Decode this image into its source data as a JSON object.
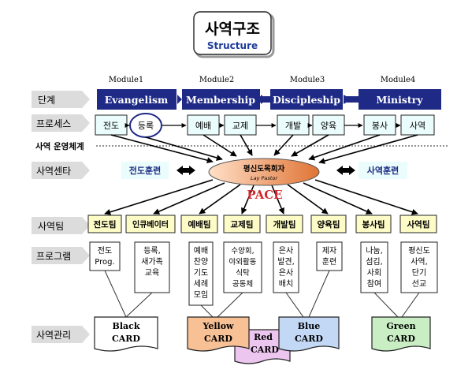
{
  "title": {
    "main": "사역구조",
    "sub": "Structure"
  },
  "row_labels": {
    "stage": "단계",
    "process": "프로세스",
    "operation": "사역 운영체계",
    "center": "사역센타",
    "team": "사역팀",
    "program": "프로그램",
    "management": "사역관리"
  },
  "modules": [
    {
      "tag": "Module1",
      "name": "Evangelism"
    },
    {
      "tag": "Module2",
      "name": "Membership"
    },
    {
      "tag": "Module3",
      "name": "Discipleship"
    },
    {
      "tag": "Module4",
      "name": "Ministry"
    }
  ],
  "processes": [
    "전도",
    "등록",
    "예배",
    "교제",
    "개발",
    "양육",
    "봉사",
    "사역"
  ],
  "center": {
    "title": "평신도목회자",
    "subtitle": "Lay Pastor",
    "left": "전도훈련",
    "right": "사역훈련",
    "pace": "PACE"
  },
  "teams": [
    "전도팀",
    "인큐베이터",
    "예배팀",
    "교제팀",
    "개발팀",
    "양육팀",
    "봉사팀",
    "사역팀"
  ],
  "programs": [
    [
      "전도",
      "Prog."
    ],
    [
      "등록,",
      "새가족",
      "교육"
    ],
    [
      "예배",
      "찬양",
      "기도",
      "세례",
      "모임"
    ],
    [
      "수양회,",
      "야외활동",
      "식탁",
      "공동체"
    ],
    [
      "은사",
      "발견,",
      "은사",
      "배치"
    ],
    [
      "제자",
      "훈련"
    ],
    [
      "나눔,",
      "섬김,",
      "사회",
      "참여"
    ],
    [
      "평신도",
      "사역,",
      "단기",
      "선교"
    ]
  ],
  "cards": [
    {
      "line1": "Black",
      "line2": "CARD",
      "color": "#ffffff"
    },
    {
      "line1": "Yellow",
      "line2": "CARD",
      "color": "#f7c195"
    },
    {
      "line1": "Red",
      "line2": "CARD",
      "color": "#ecc6ef"
    },
    {
      "line1": "Blue",
      "line2": "CARD",
      "color": "#c3d8f5"
    },
    {
      "line1": "Green",
      "line2": "CARD",
      "color": "#c9eec4"
    }
  ],
  "colors": {
    "module_fill": "#1e2a86",
    "label_arrow": "#dcdcdc",
    "process_fill": "#eafcfc",
    "team_fill": "#fdfbc6",
    "center_left": "#ffd2b4",
    "center_right": "#e47a3c",
    "pace": "#d2282d"
  }
}
